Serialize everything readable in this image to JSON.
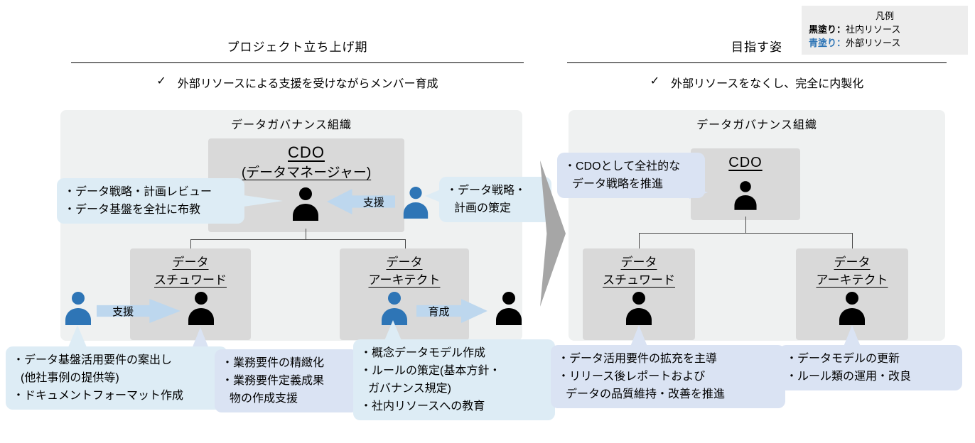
{
  "check_mark": "✓",
  "legend": {
    "title": "凡例",
    "internal_label": "黒塗り：",
    "internal_desc": "社内リソース",
    "external_label": "青塗り：",
    "external_desc": "外部リソース"
  },
  "left": {
    "title": "プロジェクト立ち上げ期",
    "check": "外部リソースによる支援を受けながらメンバー育成",
    "org_title": "データガバナンス組織",
    "cdo_line1": "CDO",
    "cdo_line2": "(データマネージャー)",
    "steward_line1": "データ",
    "steward_line2": "スチュワード",
    "architect_line1": "データ",
    "architect_line2": "アーキテクト",
    "arrow_support_cdo": "支援",
    "arrow_support_steward": "支援",
    "arrow_train": "育成",
    "callout_cdo_tasks": {
      "lines": [
        "・データ戦略・計画レビュー",
        "・データ基盤を全社に布教"
      ]
    },
    "callout_external_cdo": {
      "lines": [
        "・データ戦略・",
        "計画の策定"
      ]
    },
    "callout_external_steward": {
      "lines": [
        "・データ基盤活用要件の案出し",
        "(他社事例の提供等)",
        "・ドキュメントフォーマット作成"
      ]
    },
    "callout_steward": {
      "lines": [
        "・業務要件の精緻化",
        "・業務要件定義成果",
        "物の作成支援"
      ]
    },
    "callout_architect": {
      "lines": [
        "・概念データモデル作成",
        "・ルールの策定(基本方針・",
        "ガバナンス規定)",
        "・社内リソースへの教育"
      ]
    }
  },
  "right": {
    "title": "目指す姿",
    "check": "外部リソースをなくし、完全に内製化",
    "org_title": "データガバナンス組織",
    "cdo_line1": "CDO",
    "steward_line1": "データ",
    "steward_line2": "スチュワード",
    "architect_line1": "データ",
    "architect_line2": "アーキテクト",
    "callout_cdo": {
      "lines": [
        "・CDOとして全社的な",
        "データ戦略を推進"
      ]
    },
    "callout_steward": {
      "lines": [
        "・データ活用要件の拡充を主導",
        "・リリース後レポートおよび",
        "データの品質維持・改善を推進"
      ]
    },
    "callout_architect": {
      "lines": [
        "・データモデルの更新",
        "・ルール類の運用・改良"
      ]
    }
  },
  "colors": {
    "internal_resource": "#000000",
    "external_resource": "#2e75b6",
    "block_arrow": "#bdd7ee",
    "callout_cyan": "#ddecf5",
    "callout_lavender": "#dae3f3",
    "org_box": "#d9d9d9",
    "panel_bg": "#eff1f1",
    "chevron": "#a6a6a6",
    "legend_bg": "#ededed"
  }
}
